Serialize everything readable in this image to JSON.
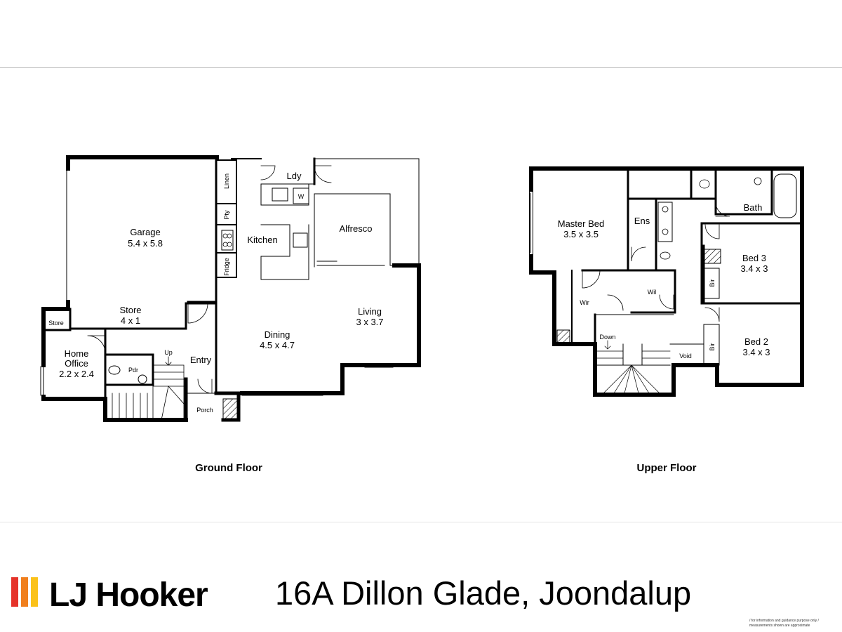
{
  "rooms": {
    "garage": {
      "name": "Garage",
      "size": "5.4 x 5.8"
    },
    "store": {
      "name": "Store",
      "size": "4 x 1"
    },
    "store_small": {
      "name": "Store"
    },
    "home_office": {
      "name": "Home",
      "name2": "Office",
      "size": "2.2 x 2.4"
    },
    "pdr": {
      "name": "Pdr"
    },
    "up": {
      "name": "Up"
    },
    "entry": {
      "name": "Entry"
    },
    "porch": {
      "name": "Porch"
    },
    "linen": {
      "name": "Linen"
    },
    "pty": {
      "name": "Pty"
    },
    "fridge": {
      "name": "Fridge"
    },
    "kitchen": {
      "name": "Kitchen"
    },
    "ldy": {
      "name": "Ldy"
    },
    "washer": {
      "name": "W"
    },
    "alfresco": {
      "name": "Alfresco"
    },
    "dining": {
      "name": "Dining",
      "size": "4.5 x 4.7"
    },
    "living": {
      "name": "Living",
      "size": "3 x 3.7"
    },
    "master_bed": {
      "name": "Master Bed",
      "size": "3.5 x 3.5"
    },
    "ens": {
      "name": "Ens"
    },
    "wir": {
      "name": "Wir"
    },
    "wil": {
      "name": "Wil"
    },
    "down": {
      "name": "Down"
    },
    "void": {
      "name": "Void"
    },
    "bath": {
      "name": "Bath"
    },
    "bed3": {
      "name": "Bed 3",
      "size": "3.4 x 3"
    },
    "bed2": {
      "name": "Bed 2",
      "size": "3.4 x 3"
    },
    "bir1": {
      "name": "Bir"
    },
    "bir2": {
      "name": "Bir"
    }
  },
  "floors": {
    "ground": "Ground Floor",
    "upper": "Upper Floor"
  },
  "brand": {
    "name": "LJ Hooker",
    "colors": [
      "#e5332a",
      "#f07f1d",
      "#fbc21a"
    ],
    "divider_color": "#bbbbbb"
  },
  "address": "16A Dillon Glade, Joondalup",
  "disclaimer": "/ for information and guidance purpose only / measurements shown are approximate"
}
